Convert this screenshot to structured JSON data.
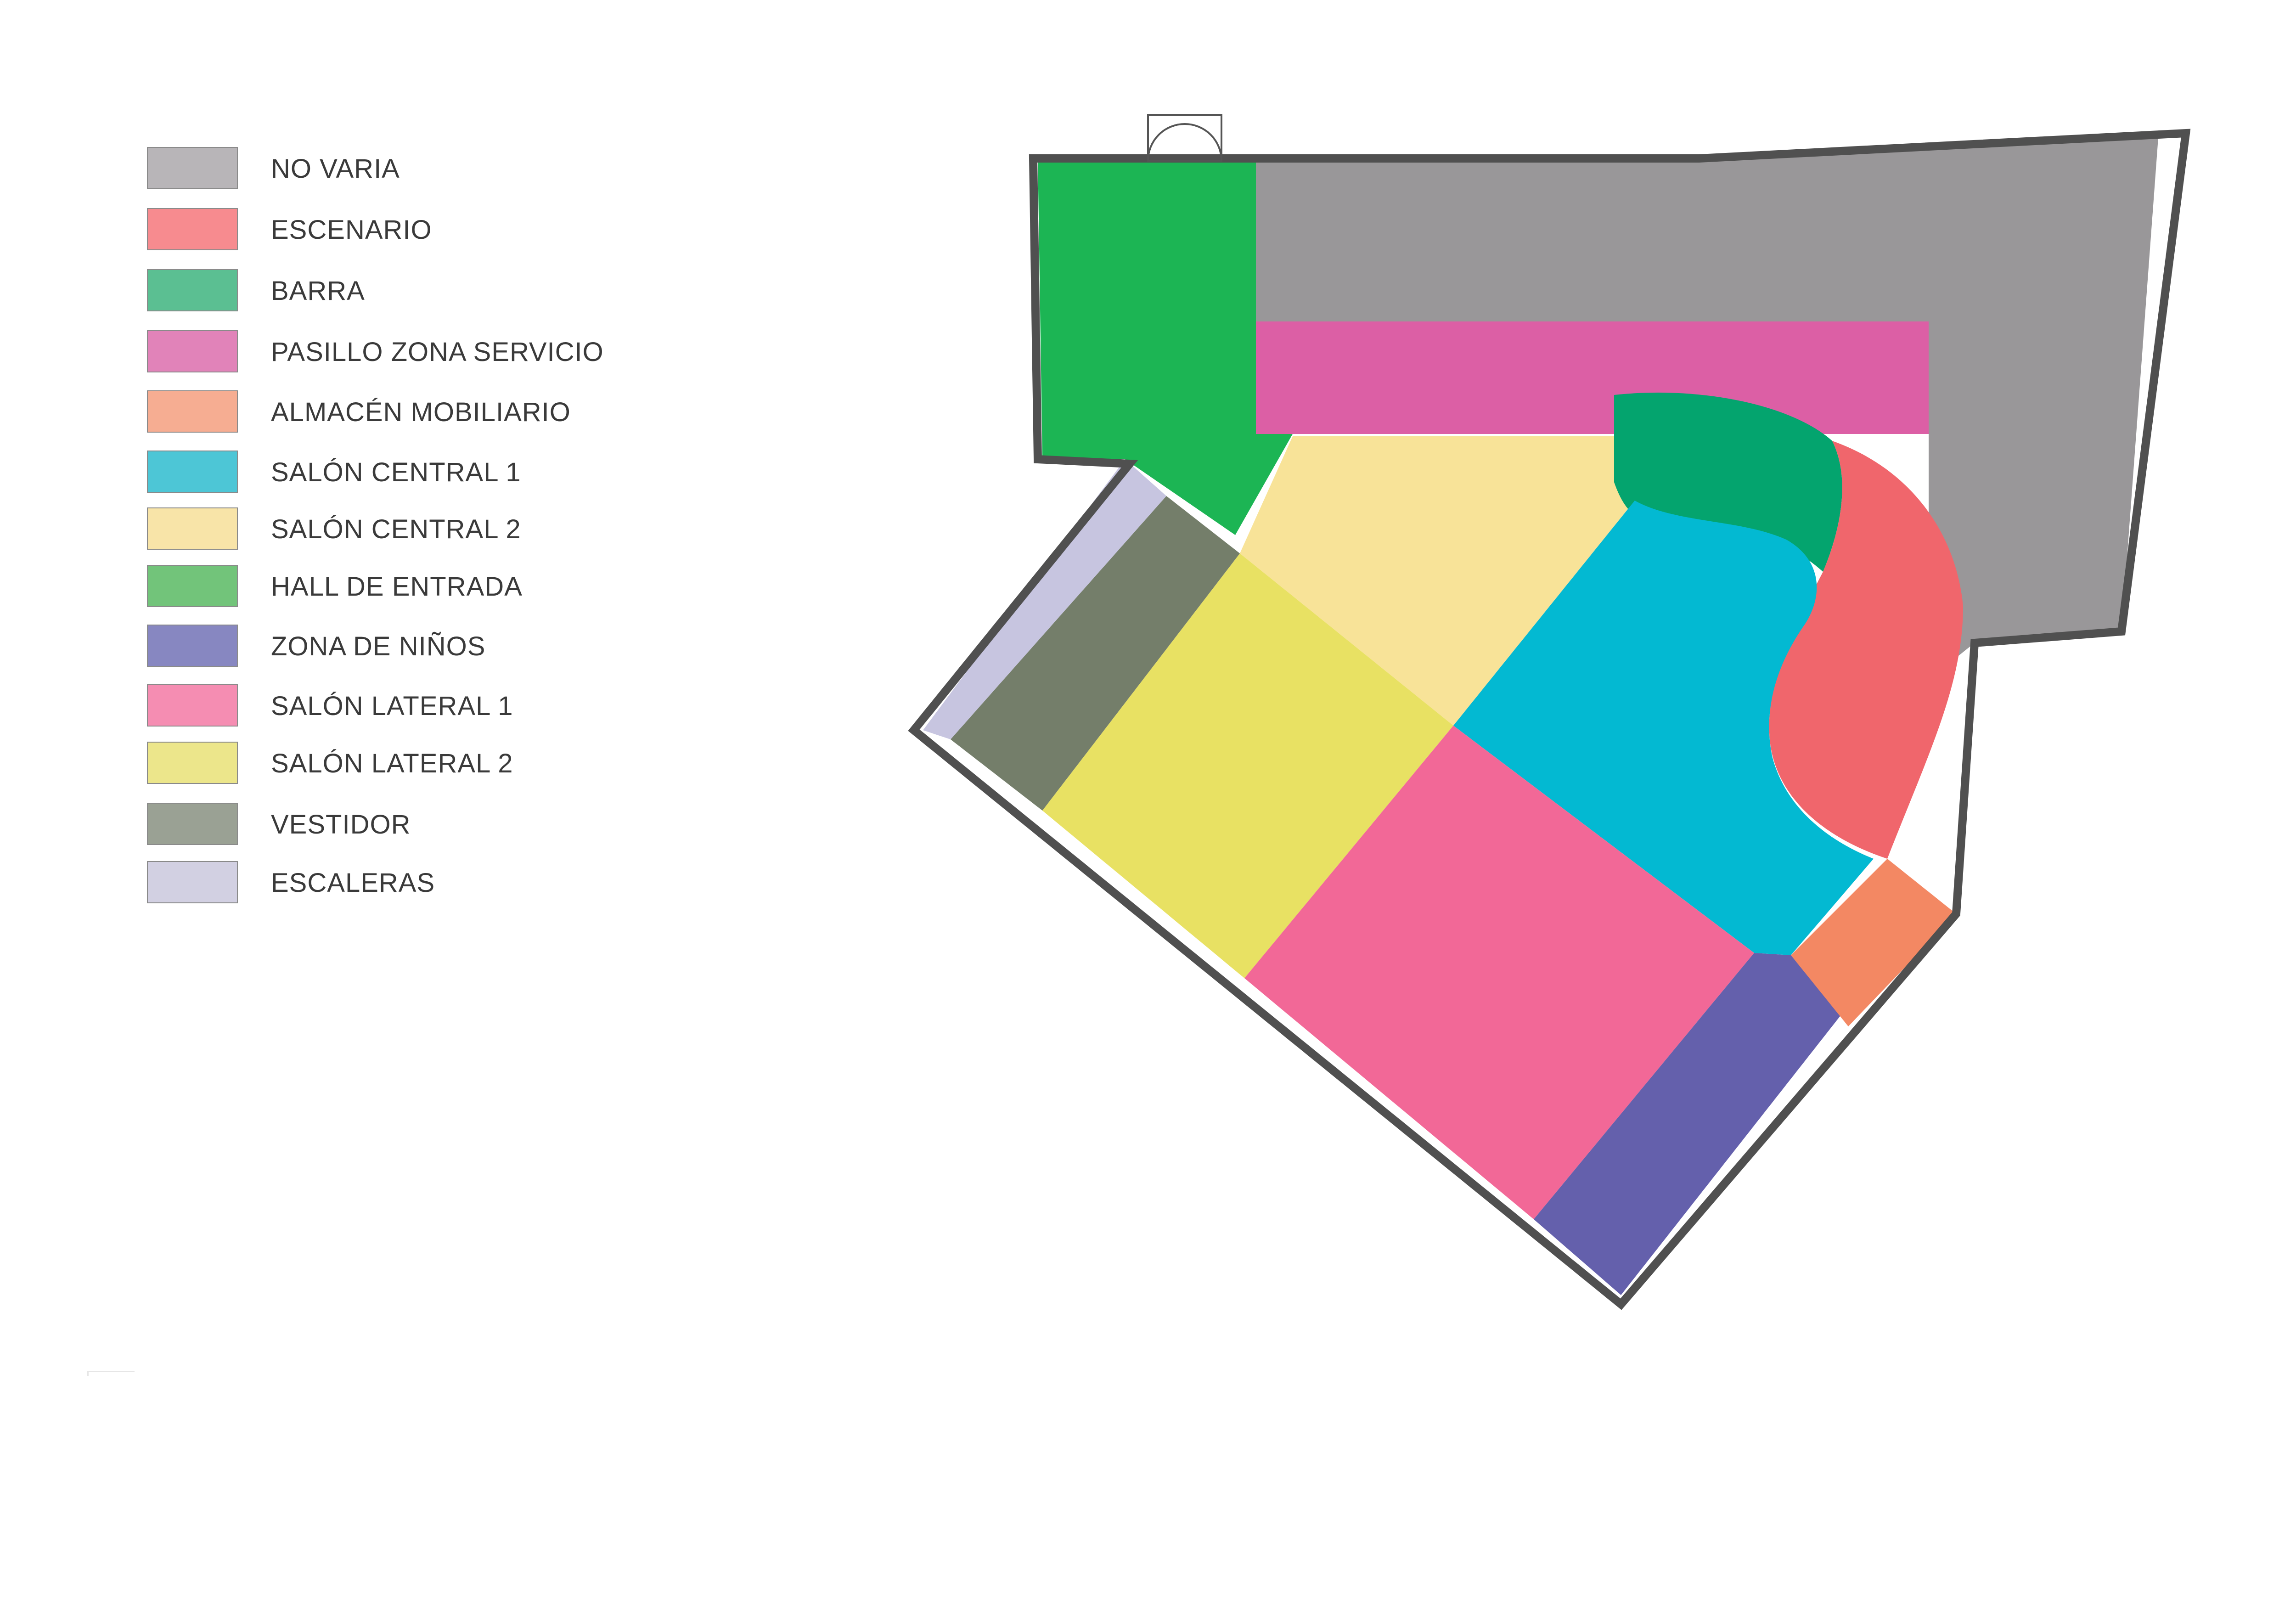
{
  "legend": {
    "items": [
      {
        "label": "NO VARIA",
        "color": "#b8b5b8"
      },
      {
        "label": "ESCENARIO",
        "color": "#f78b8f"
      },
      {
        "label": "BARRA",
        "color": "#5bbf92"
      },
      {
        "label": "PASILLO ZONA SERVICIO",
        "color": "#e183b9"
      },
      {
        "label": "ALMACÉN MOBILIARIO",
        "color": "#f6ad92"
      },
      {
        "label": "SALÓN CENTRAL 1",
        "color": "#4dc6d6"
      },
      {
        "label": "SALÓN CENTRAL 2",
        "color": "#f8e4a8"
      },
      {
        "label": "HALL DE ENTRADA",
        "color": "#72c47a"
      },
      {
        "label": "ZONA DE NIÑOS",
        "color": "#8787c1"
      },
      {
        "label": "SALÓN LATERAL 1",
        "color": "#f58db2"
      },
      {
        "label": "SALÓN LATERAL 2",
        "color": "#ece68b"
      },
      {
        "label": "VESTIDOR",
        "color": "#9aa194"
      },
      {
        "label": "ESCALERAS",
        "color": "#d2d0e2"
      }
    ]
  },
  "plan_colors": {
    "no_varia": "#999799",
    "escenario": "#f0666c",
    "barra": "#04a46e",
    "pasillo": "#dc5fa5",
    "almacen": "#f38863",
    "salon_central_1": "#03b9d2",
    "salon_central_2": "#f8e398",
    "hall": "#1cb554",
    "zona_ninos": "#6460ac",
    "salon_lateral_1": "#f26897",
    "salon_lateral_2": "#e8e163",
    "vestidor": "#747e6a",
    "escaleras": "#c7c5e0",
    "wall": "#505050"
  }
}
